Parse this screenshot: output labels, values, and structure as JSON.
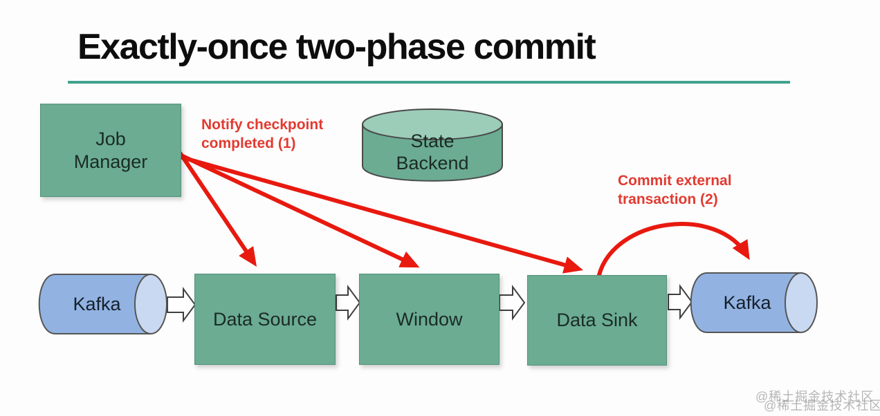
{
  "title": "Exactly-once two-phase commit",
  "nodes": {
    "job_manager": "Job\nManager",
    "state_backend": "State\nBackend",
    "kafka_in": "Kafka",
    "data_source": "Data Source",
    "window": "Window",
    "data_sink": "Data Sink",
    "kafka_out": "Kafka"
  },
  "annotations": {
    "notify": "Notify checkpoint\ncompleted (1)",
    "commit": "Commit external\ntransaction (2)"
  },
  "watermark": {
    "line1": "@稀土掘金技术社区",
    "line2": "@稀土掘金技术社区"
  },
  "colors": {
    "box_green": "#6BAC93",
    "cylinder_green_top": "#9CCDB9",
    "kafka_blue": "#92B3E2",
    "kafka_blue_cap": "#C9D9F1",
    "arrow_red": "#E8190F",
    "annotation_red": "#E23A30",
    "underline_teal": "#3FA38C",
    "title_black": "#0D0D0D"
  }
}
